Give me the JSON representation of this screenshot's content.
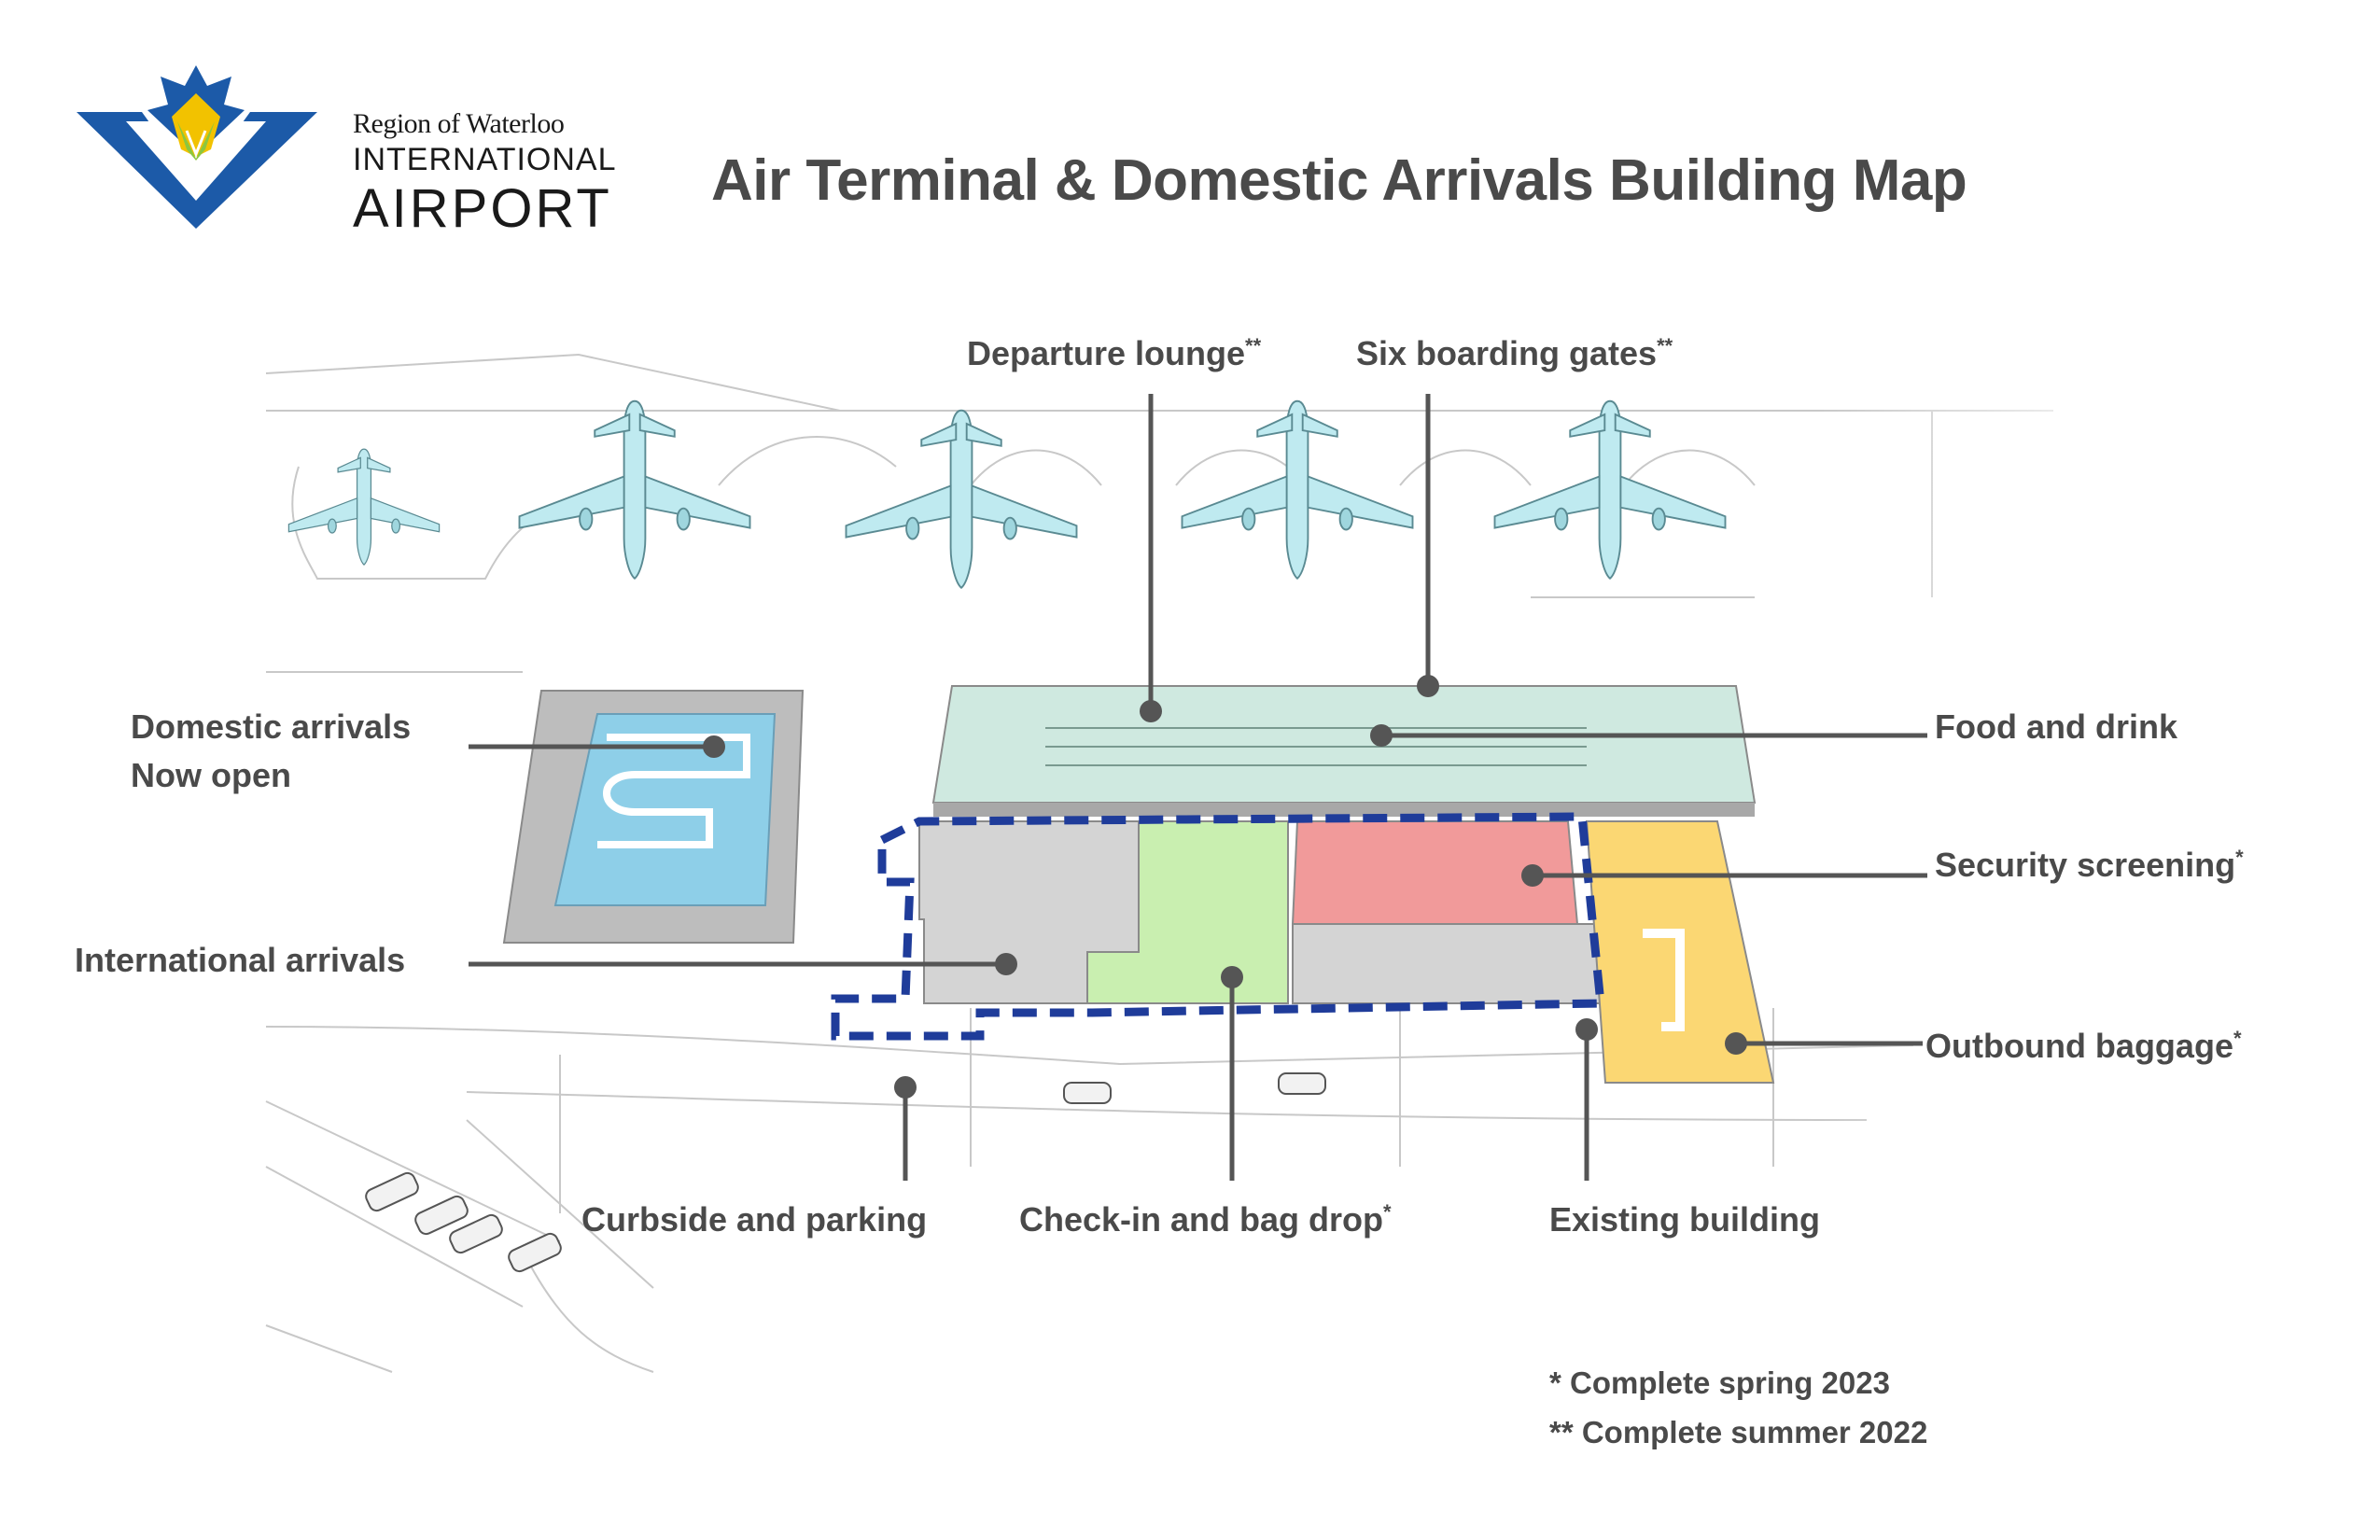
{
  "logo": {
    "line1": "Region of Waterloo",
    "line2": "INTERNATIONAL",
    "line3": "AIRPORT"
  },
  "title": "Air Terminal & Domestic Arrivals Building Map",
  "labels": {
    "departure_lounge": "Departure lounge",
    "departure_lounge_mark": "**",
    "boarding_gates": "Six boarding gates",
    "boarding_gates_mark": "**",
    "domestic_arrivals": "Domestic arrivals",
    "domestic_arrivals_status": "Now open",
    "food_and_drink": "Food and drink",
    "security_screening": "Security screening",
    "security_screening_mark": "*",
    "international_arrivals": "International arrivals",
    "outbound_baggage": "Outbound baggage",
    "outbound_baggage_mark": "*",
    "curbside_parking": "Curbside and parking",
    "checkin_bag_drop": "Check-in and bag drop",
    "checkin_bag_drop_mark": "*",
    "existing_building": "Existing building"
  },
  "notes": {
    "spring": "* Complete spring 2023",
    "summer": "** Complete summer 2022"
  },
  "colors": {
    "departure_lounge_zone": "#cfe9e0",
    "domestic_arrivals_zone": "#8ecfe8",
    "checkin_zone": "#c9efb0",
    "security_zone": "#f19a9a",
    "baggage_zone": "#fbd773",
    "existing_building_outline": "#1f3c9a",
    "aircraft": "#bfeaf0",
    "label_text": "#4a4a4a",
    "logo_blue": "#1c5aa8",
    "logo_green": "#8cc63f",
    "logo_yellow": "#f2c200"
  }
}
